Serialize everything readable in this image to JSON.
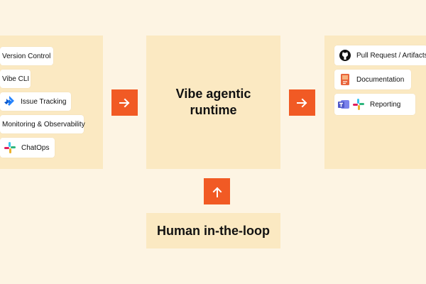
{
  "left_tools": [
    {
      "label": "Version Control",
      "icon": null
    },
    {
      "label": "Vibe CLI",
      "icon": null
    },
    {
      "label": "Issue Tracking",
      "icon": "jira-icon"
    },
    {
      "label": "Monitoring & Observability",
      "icon": null
    },
    {
      "label": "ChatOps",
      "icon": "slack-icon"
    }
  ],
  "center": {
    "line1": "Vibe agentic",
    "line2": "runtime"
  },
  "right_outputs": [
    {
      "label": "Pull Request / Artifacts",
      "icon": "github-icon"
    },
    {
      "label": "Documentation",
      "icon": "document-icon"
    },
    {
      "label": "Reporting",
      "icon": "teams-slack-icons"
    }
  ],
  "bottom": {
    "label": "Human in-the-loop"
  },
  "colors": {
    "background": "#FDF4E3",
    "panel": "#FBE9C2",
    "arrow": "#F15A24",
    "chip": "#FFFFFF"
  }
}
